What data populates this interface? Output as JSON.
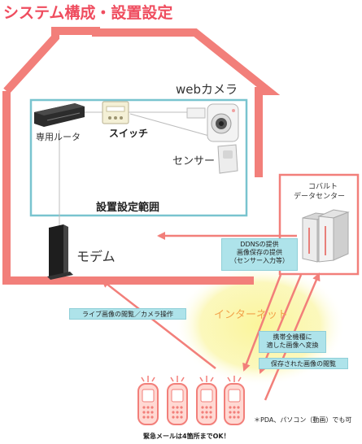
{
  "title": "システム構成・設置設定",
  "colors": {
    "title": "#ef4d5f",
    "house": "#f27f7a",
    "setup_frame": "#79c4cf",
    "label_bg": "#aee3ea",
    "internet_glow": "#fbf59b"
  },
  "labels": {
    "webcam": "webカメラ",
    "router": "専用ルータ",
    "switch": "スイッチ",
    "sensor": "センサー",
    "setup_range": "設置設定範囲",
    "modem": "モデム",
    "datacenter_line1": "コバルト",
    "datacenter_line2": "データセンター",
    "internet": "インターネット"
  },
  "callouts": {
    "ddns_line1": "DDNSの提供",
    "ddns_line2": "画像保存の提供",
    "ddns_line3": "（センサー入力等）",
    "live_view": "ライブ画像の閲覧／カメラ操作",
    "convert_line1": "携帯全機種に",
    "convert_line2": "適した画像へ変換",
    "saved_view": "保存された画像の閲覧"
  },
  "notes": {
    "pda": "＊PDA、パソコン（動画）でも可",
    "four_phones": "緊急メールは4箇所までOK！"
  },
  "icons": {
    "router": "router-icon",
    "switch": "switch-icon",
    "webcam": "webcam-icon",
    "sensor": "sensor-icon",
    "modem": "modem-icon",
    "server": "server-icon",
    "phone": "mobile-phone-icon"
  }
}
